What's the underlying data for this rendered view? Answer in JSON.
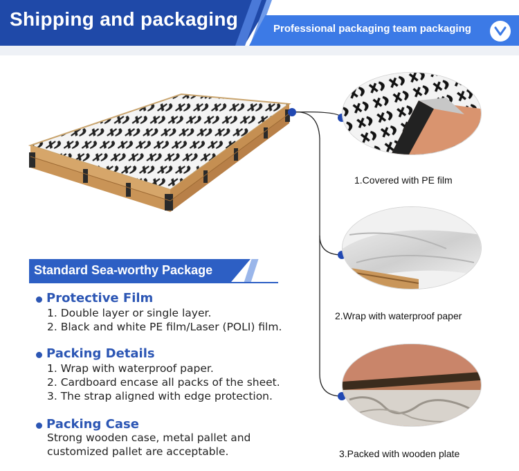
{
  "header": {
    "title": "Shipping and packaging",
    "subtitle": "Professional packaging team packaging",
    "check_icon": "check-icon",
    "colors": {
      "primary": "#1f49a8",
      "secondary": "#3c7ae6"
    }
  },
  "details": [
    {
      "caption": "1.Covered with PE film"
    },
    {
      "caption": "2.Wrap with waterproof paper"
    },
    {
      "caption": "3.Packed with wooden plate"
    }
  ],
  "standard": {
    "title": "Standard Sea-worthy Package",
    "sections": [
      {
        "heading": "Protective Film",
        "lines": [
          "1. Double layer or single layer.",
          "2. Black and white PE film/Laser (POLI) film."
        ]
      },
      {
        "heading": "Packing Details",
        "lines": [
          "1. Wrap with waterproof paper.",
          "2. Cardboard encase all packs of the sheet.",
          "3. The strap aligned with edge protection."
        ]
      },
      {
        "heading": "Packing Case",
        "lines": [
          "Strong wooden case, metal pallet and",
          "customized pallet are acceptable."
        ]
      }
    ]
  }
}
